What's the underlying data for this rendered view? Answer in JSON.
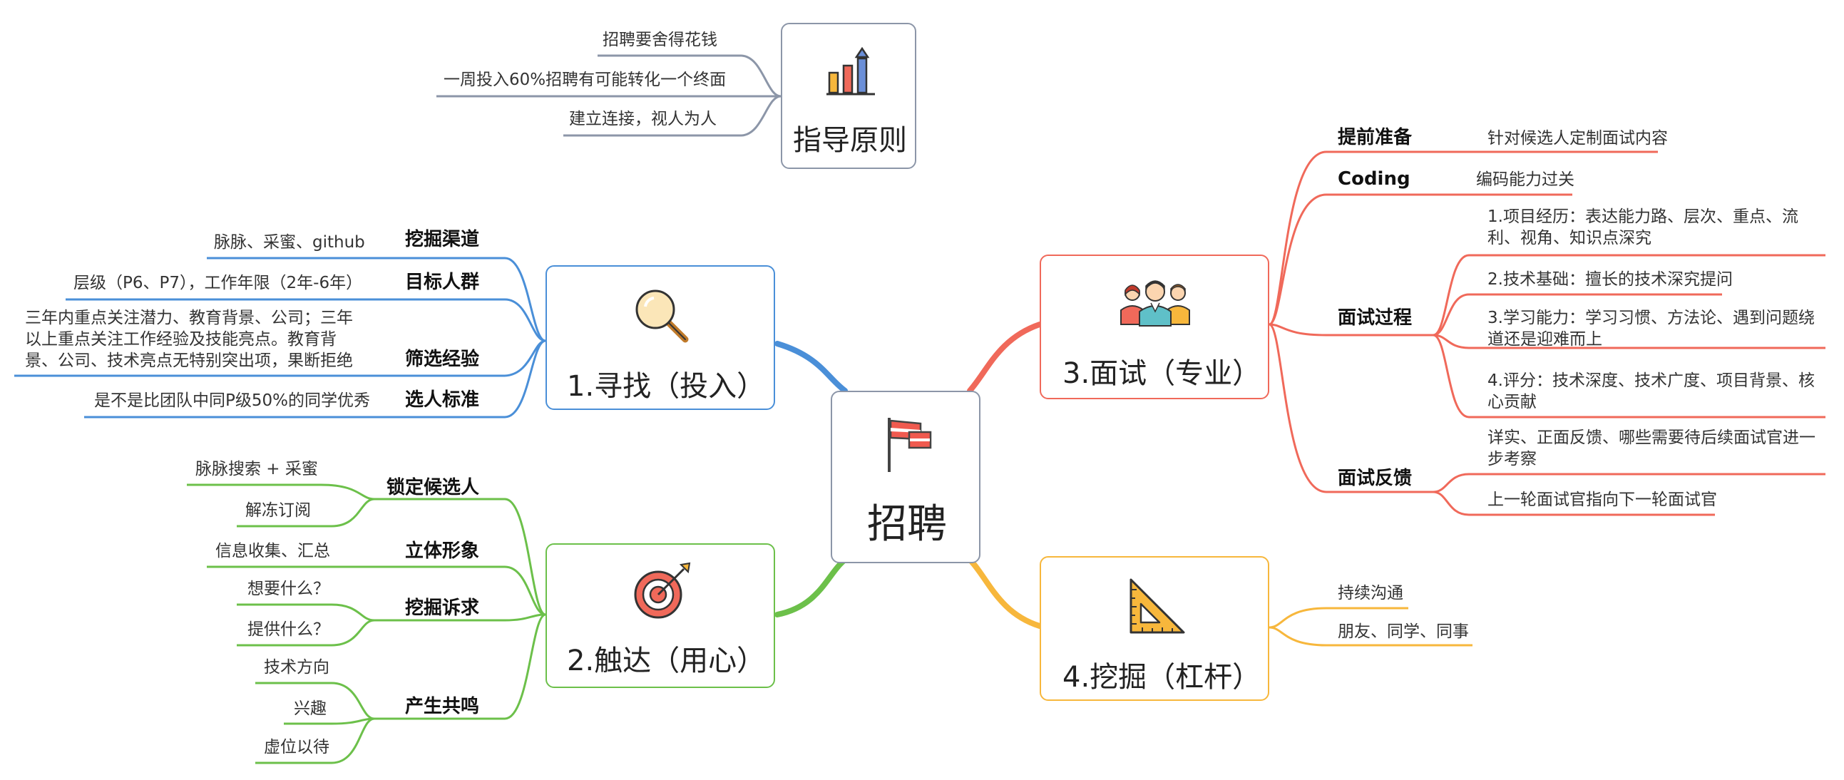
{
  "center": {
    "title": "招聘"
  },
  "guide": {
    "title": "指导原则",
    "items": [
      "招聘要舍得花钱",
      "一周投入60%招聘有可能转化一个终面",
      "建立连接，视人为人"
    ]
  },
  "find": {
    "title": "1.寻找（投入）",
    "groups": [
      {
        "label": "挖掘渠道",
        "items": [
          "脉脉、采蜜、github"
        ]
      },
      {
        "label": "目标人群",
        "items": [
          "层级（P6、P7），工作年限（2年-6年）"
        ]
      },
      {
        "label": "筛选经验",
        "items": [
          "三年内重点关注潜力、教育背景、公司；三年以上重点关注工作经验及技能亮点。教育背景、公司、技术亮点无特别突出项，果断拒绝"
        ]
      },
      {
        "label": "选人标准",
        "items": [
          "是不是比团队中同P级50%的同学优秀"
        ]
      }
    ]
  },
  "reach": {
    "title": "2.触达（用心）",
    "groups": [
      {
        "label": "锁定候选人",
        "items": [
          "脉脉搜索 + 采蜜",
          "解冻订阅"
        ]
      },
      {
        "label": "立体形象",
        "items": [
          "信息收集、汇总"
        ]
      },
      {
        "label": "挖掘诉求",
        "items": [
          "想要什么？",
          "提供什么？"
        ]
      },
      {
        "label": "产生共鸣",
        "items": [
          "技术方向",
          "兴趣",
          "虚位以待"
        ]
      }
    ]
  },
  "interview": {
    "title": "3.面试（专业）",
    "groups": [
      {
        "label": "提前准备",
        "items": [
          "针对候选人定制面试内容"
        ]
      },
      {
        "label": "Coding",
        "items": [
          "编码能力过关"
        ]
      },
      {
        "label": "面试过程",
        "items": [
          "1.项目经历：表达能力路、层次、重点、流利、视角、知识点深究",
          "2.技术基础：擅长的技术深究提问",
          "3.学习能力：学习习惯、方法论、遇到问题绕道还是迎难而上",
          "4.评分：技术深度、技术广度、项目背景、核心贡献"
        ]
      },
      {
        "label": "面试反馈",
        "items": [
          "详实、正面反馈、哪些需要待后续面试官进一步考察",
          "上一轮面试官指向下一轮面试官"
        ]
      }
    ]
  },
  "dig": {
    "title": "4.挖掘（杠杆）",
    "items": [
      "持续沟通",
      "朋友、同学、同事"
    ]
  },
  "colors": {
    "blue": "#4a8fd8",
    "green": "#6cc04a",
    "red": "#f0695a",
    "orange": "#f7b73c",
    "gray": "#8c96a8"
  }
}
